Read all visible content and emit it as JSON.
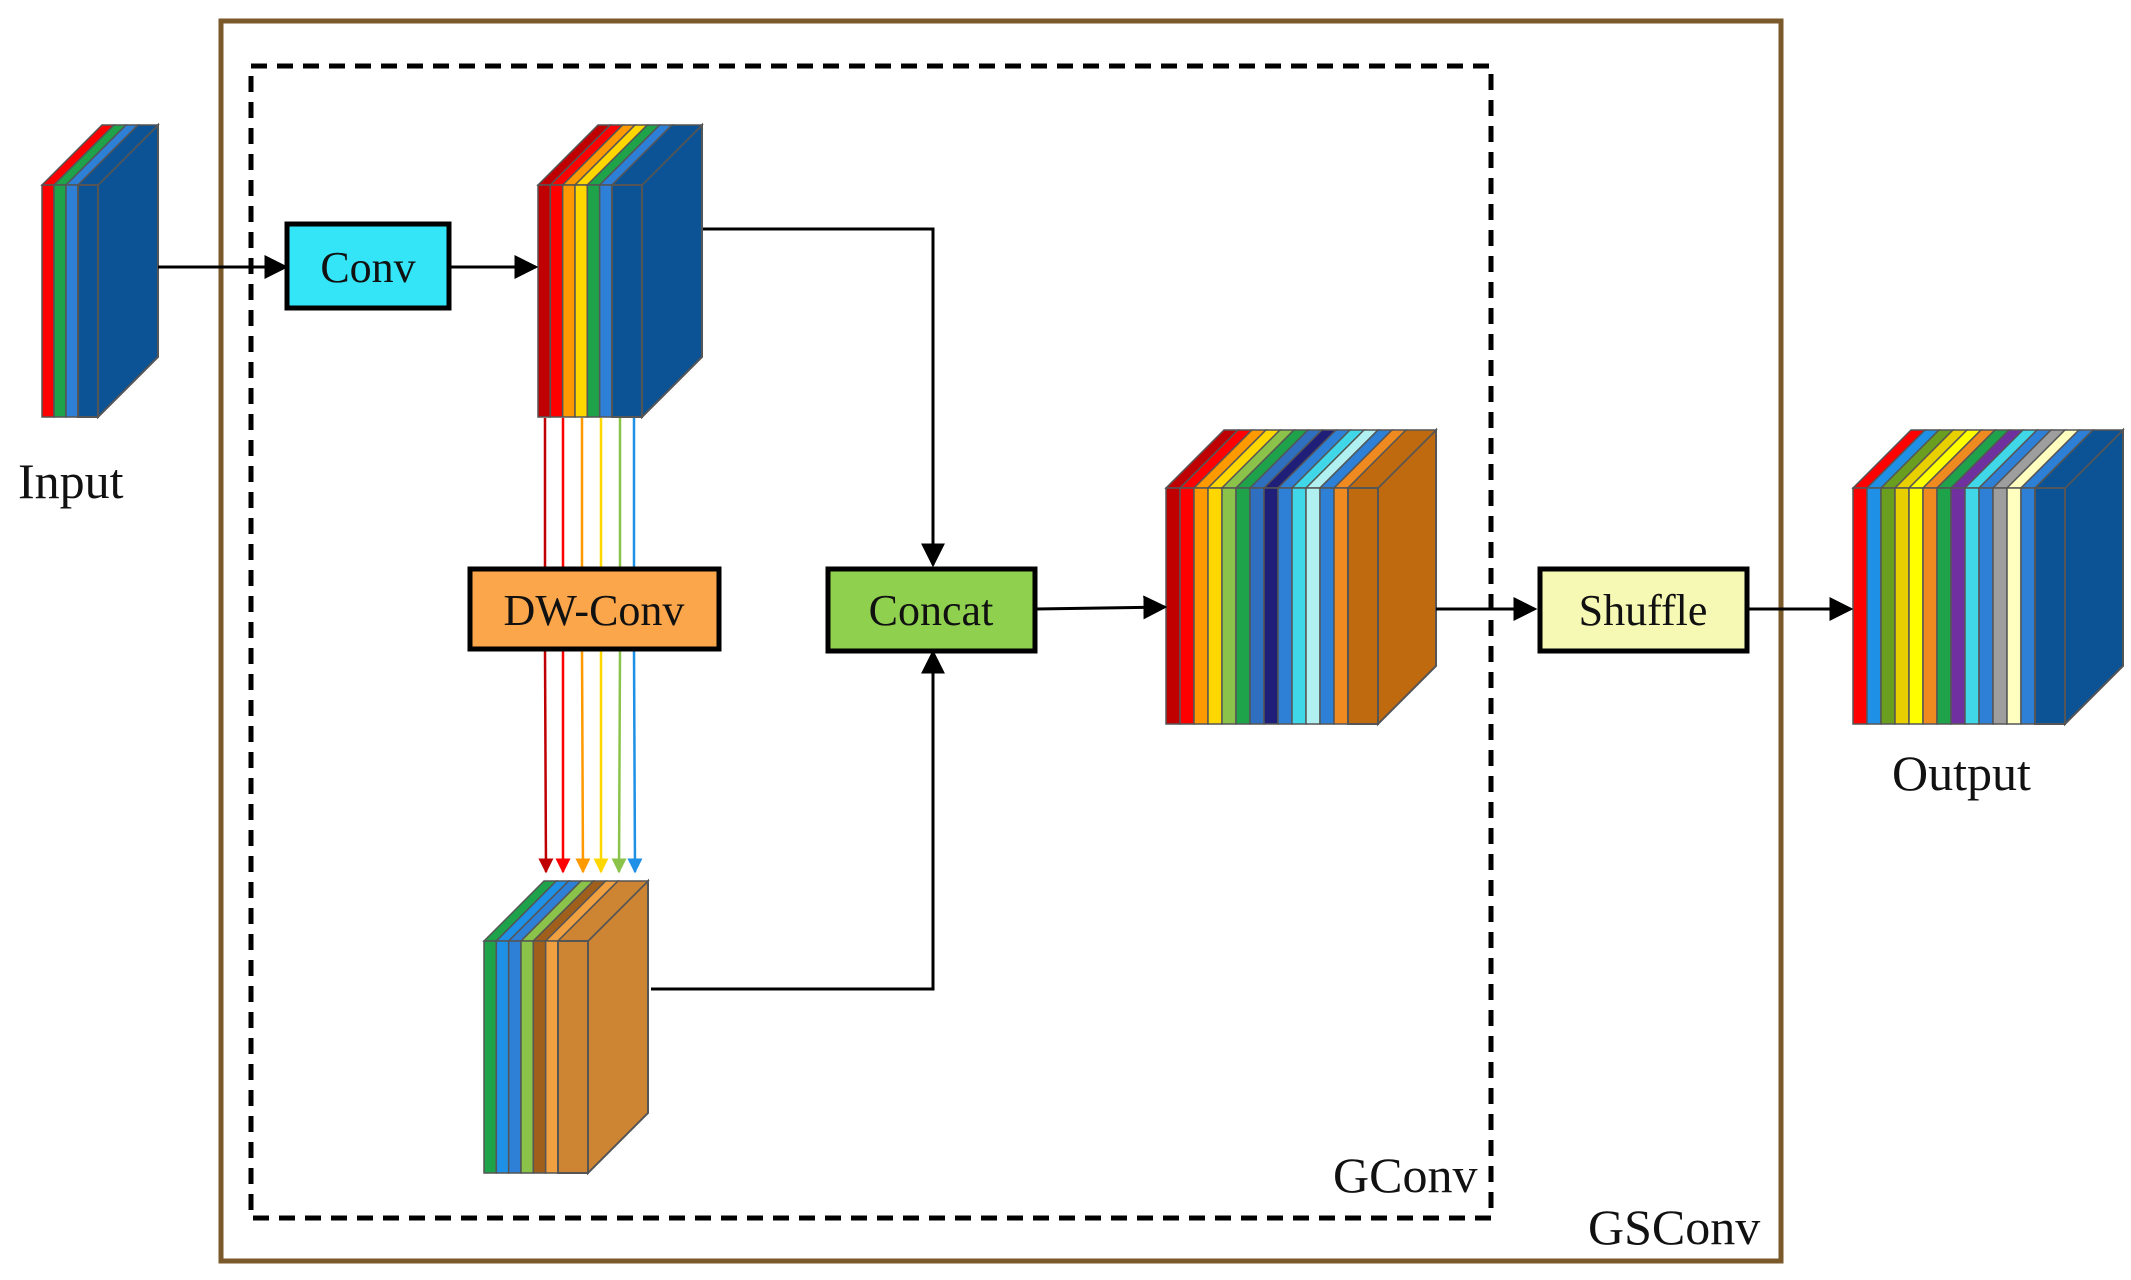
{
  "labels": {
    "input": "Input",
    "output": "Output",
    "gconv": "GConv",
    "gsconv": "GSConv"
  },
  "blocks": {
    "conv": {
      "label": "Conv",
      "color": "#33E5F7"
    },
    "dwconv": {
      "label": "DW-Conv",
      "color": "#FBA64A"
    },
    "concat": {
      "label": "Concat",
      "color": "#8FD14F"
    },
    "shuffle": {
      "label": "Shuffle",
      "color": "#F6F9B3"
    }
  },
  "colors": {
    "gsconv_border": "#7A5A2A",
    "gconv_border": "#000000",
    "arrow": "#000000"
  },
  "tensors": {
    "input": {
      "layers": [
        "#FF0000",
        "#1FA34A",
        "#2E7FD6"
      ],
      "face": "#0B5394"
    },
    "conv_out": {
      "layers": [
        "#C00000",
        "#FF0000",
        "#FF9900",
        "#FFD700",
        "#1FA34A",
        "#2E7FD6"
      ],
      "face": "#0B5394"
    },
    "dw_out": {
      "layers": [
        "#1FA34A",
        "#1E90E6",
        "#2E7FD6",
        "#8BC34A",
        "#A0601C",
        "#F0A040"
      ],
      "face": "#CD8533"
    },
    "concat_out": {
      "layers": [
        "#C00000",
        "#FF0000",
        "#FF9900",
        "#FFD700",
        "#8BC34A",
        "#1FA34A",
        "#2E6FC0",
        "#1F1F7A",
        "#2E7FD6",
        "#40D7E8",
        "#B0F0F0",
        "#2E7FD6",
        "#EE8A20"
      ],
      "face": "#C06A10"
    },
    "output": {
      "layers": [
        "#FF0000",
        "#1E90E6",
        "#6A9E1F",
        "#E8D000",
        "#FFFF00",
        "#EE8A20",
        "#1FA34A",
        "#7030A0",
        "#40D7E8",
        "#2E7FD6",
        "#9E9E9E",
        "#FFFFC0",
        "#2E7FD6"
      ],
      "face": "#0B5394"
    }
  },
  "dw_lines": [
    "#C00000",
    "#FF0000",
    "#FF9900",
    "#FFD700",
    "#8BC34A",
    "#1E90E6"
  ]
}
